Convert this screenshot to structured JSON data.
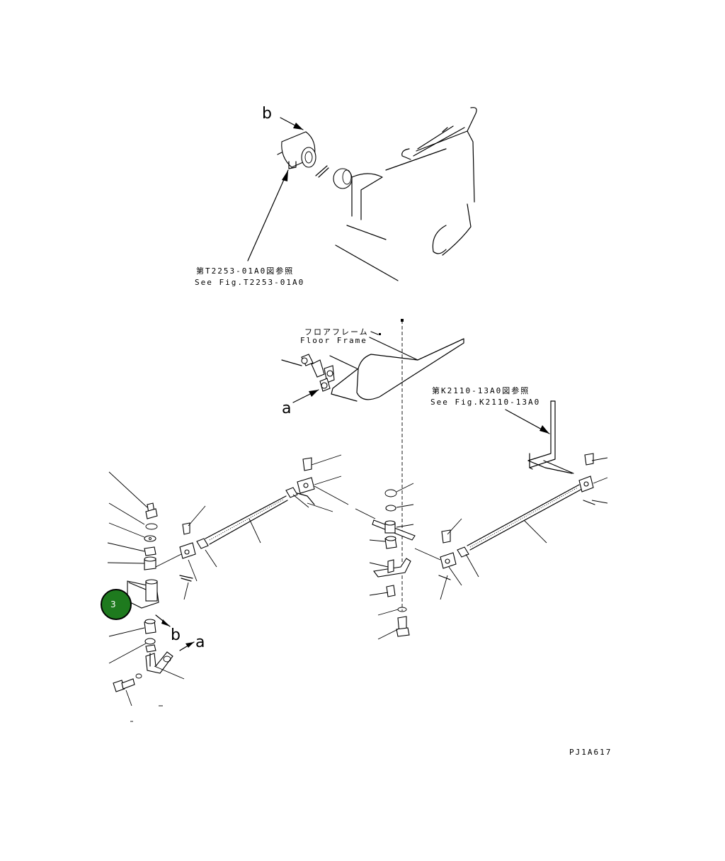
{
  "callouts": {
    "top_ref_jp": "第T2253-01A0図参照",
    "top_ref_en": "See Fig.T2253-01A0",
    "floor_jp": "フロアフレーム",
    "floor_en": "Floor Frame",
    "right_ref_jp": "第K2110-13A0図参照",
    "right_ref_en": "See Fig.K2110-13A0"
  },
  "view_labels": {
    "b_top": "b",
    "a_mid": "a",
    "b_low": "b",
    "a_low": "a"
  },
  "badge": {
    "label": "3",
    "color": "#1e7a1e"
  },
  "drawing_code": "PJ1A617"
}
